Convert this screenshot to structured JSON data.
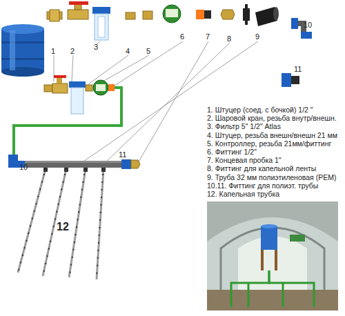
{
  "diagram": {
    "labels": [
      "1",
      "2",
      "3",
      "4",
      "5",
      "6",
      "7",
      "8",
      "9",
      "10",
      "11",
      "10",
      "11",
      "12",
      "1. Штуцер (соед. с бочкой) 1/2 \"",
      "2. Шаровой кран, резьба внутр/внешн.",
      "3. Фильтр 5\" 1/2\" Atlas",
      "4. Штуцер, резьба внешн/внешн 21 мм",
      "5. Контроллер, резьба 21мм/фиттинг",
      "6. Фиттинг 1/2\"",
      "7. Концевая пробка 1\"",
      "8. Фиттинг для капельной ленты",
      "9. Труба 32 мм полиэтиленовая (PEM)",
      "10.11. Фиттинг для полиэт. трубы",
      "12. Капельная трубка"
    ]
  }
}
